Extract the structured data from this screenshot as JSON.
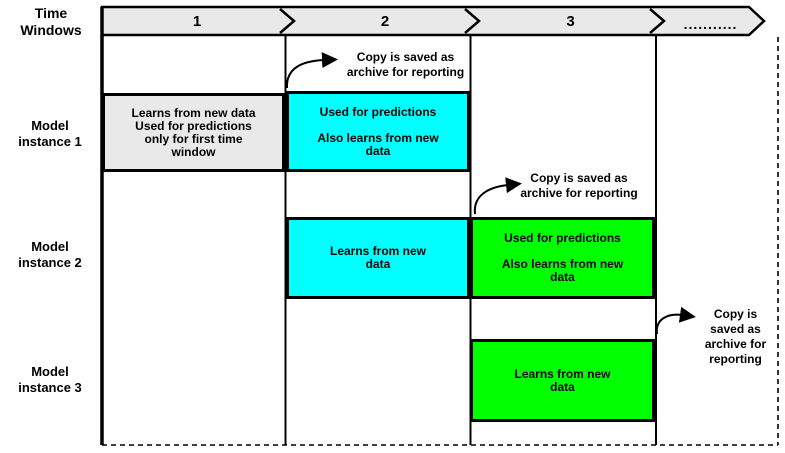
{
  "header": {
    "axis_label": "Time\nWindows",
    "windows": [
      {
        "label": "1"
      },
      {
        "label": "2"
      },
      {
        "label": "3"
      },
      {
        "label": "..........."
      }
    ]
  },
  "rows": [
    {
      "label": "Model\ninstance 1",
      "boxes": [
        {
          "window": "1",
          "text": "Learns from new data\nUsed for predictions\nonly for first time\nwindow"
        },
        {
          "window": "2",
          "text": "Used for predictions\n\nAlso learns from new\ndata"
        }
      ],
      "annotation": "Copy is saved as\narchive for reporting"
    },
    {
      "label": "Model\ninstance 2",
      "boxes": [
        {
          "window": "2",
          "text": "Learns from new\ndata"
        },
        {
          "window": "3",
          "text": "Used for predictions\n\nAlso learns from new\ndata"
        }
      ],
      "annotation": "Copy is saved as\narchive for reporting"
    },
    {
      "label": "Model\ninstance 3",
      "boxes": [
        {
          "window": "3",
          "text": "Learns from new\ndata"
        }
      ],
      "annotation": "Copy is\nsaved as\narchive for\nreporting"
    }
  ],
  "colors": {
    "band_fill": "#E9E9E9",
    "gray_box": "#E9E9E9",
    "cyan_box": "#00FFFF",
    "green_box": "#00FF00",
    "line": "#000000"
  }
}
